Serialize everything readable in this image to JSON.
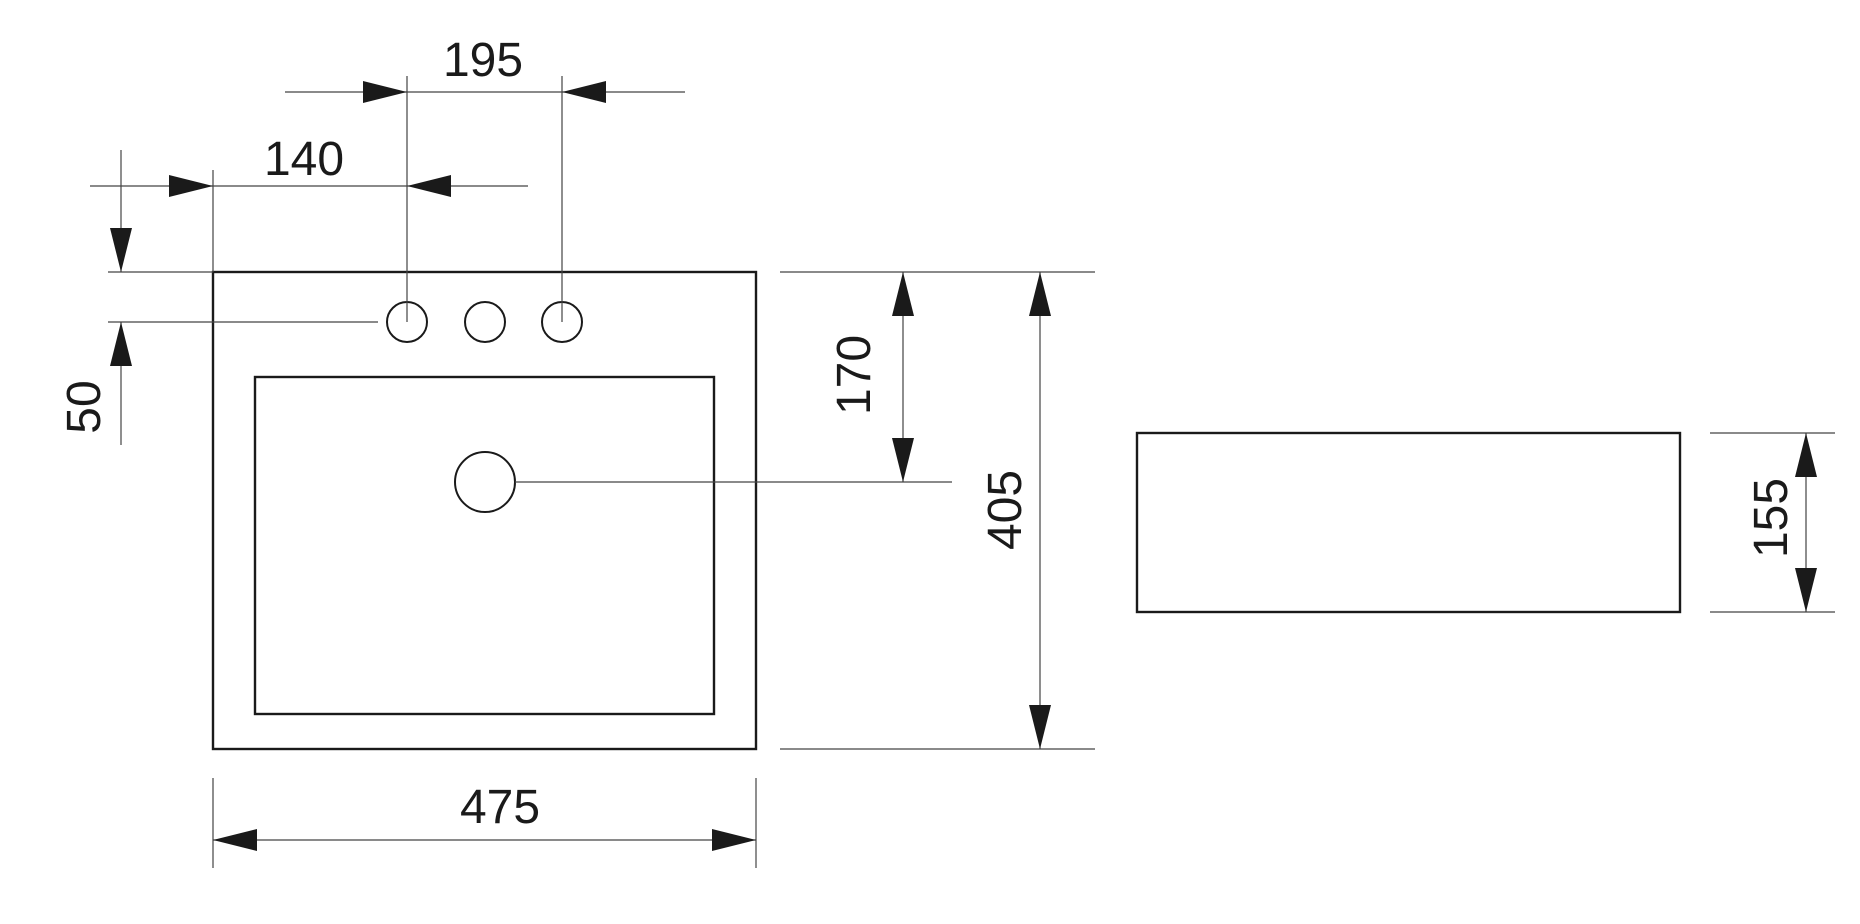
{
  "drawing": {
    "colors": {
      "line": "#1a1a1a",
      "background": "#ffffff"
    },
    "dimensions": {
      "tap_spacing": "195",
      "tap_offset": "140",
      "tap_edge_distance": "50",
      "drain_distance": "170",
      "depth": "405",
      "width": "475",
      "height": "155"
    }
  }
}
